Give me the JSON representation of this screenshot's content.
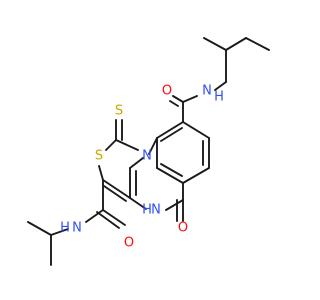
{
  "molecule": {
    "atom_labels": [
      {
        "id": "o-amide-top",
        "text": "O",
        "color": "#ff0d0d"
      },
      {
        "id": "nh-amide-top",
        "text": "N",
        "color": "#3050f8"
      },
      {
        "id": "nh-amide-top-h",
        "text": "H",
        "color": "#3050f8"
      },
      {
        "id": "s-thione",
        "text": "S",
        "color": "#c8a800"
      },
      {
        "id": "n-ring",
        "text": "N",
        "color": "#3050f8"
      },
      {
        "id": "s-ring",
        "text": "S",
        "color": "#c8a800"
      },
      {
        "id": "nh-ring",
        "text": "N",
        "color": "#3050f8"
      },
      {
        "id": "nh-ring-h",
        "text": "H",
        "color": "#3050f8"
      },
      {
        "id": "o-lactam",
        "text": "O",
        "color": "#ff0d0d"
      },
      {
        "id": "nh-amide-bottom",
        "text": "N",
        "color": "#3050f8"
      },
      {
        "id": "nh-amide-bottom-h",
        "text": "H",
        "color": "#3050f8"
      },
      {
        "id": "o-amide-bottom",
        "text": "O",
        "color": "#ff0d0d"
      }
    ]
  }
}
